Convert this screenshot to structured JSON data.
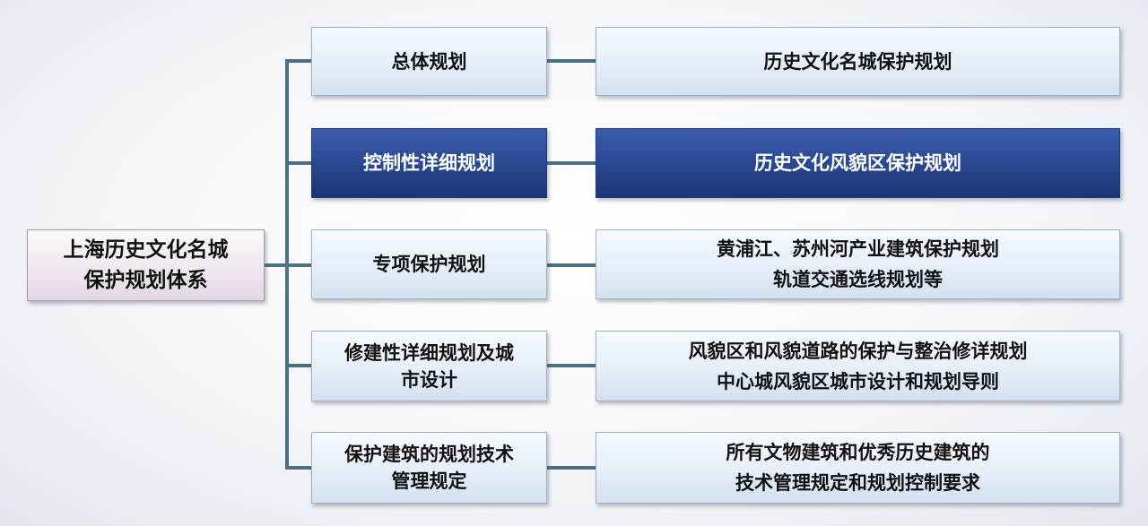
{
  "colors": {
    "connector": "#4d6f86",
    "box_light": "#e6eef8",
    "box_dark": "#29478f",
    "root_box": "#efe7ef"
  },
  "root": {
    "lines": [
      "上海历史文化名城",
      "保护规划体系"
    ]
  },
  "branches": [
    {
      "category": [
        "总体规划"
      ],
      "detail": [
        "历史文化名城保护规划"
      ]
    },
    {
      "category": [
        "控制性详细规划"
      ],
      "detail": [
        "历史文化风貌区保护规划"
      ]
    },
    {
      "category": [
        "专项保护规划"
      ],
      "detail": [
        "黄浦江、苏州河产业建筑保护规划",
        "轨道交通选线规划等"
      ]
    },
    {
      "category": [
        "修建性详细规划及城",
        "市设计"
      ],
      "detail": [
        "风貌区和风貌道路的保护与整治修详规划",
        "中心城风貌区城市设计和规划导则"
      ]
    },
    {
      "category": [
        "保护建筑的规划技术",
        "管理规定"
      ],
      "detail": [
        "所有文物建筑和优秀历史建筑的",
        "技术管理规定和规划控制要求"
      ]
    }
  ]
}
